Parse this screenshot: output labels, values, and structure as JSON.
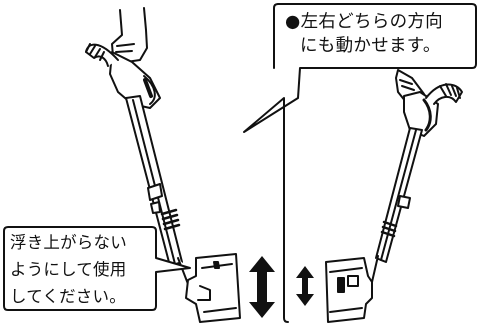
{
  "right_note": {
    "line1": "●左右どちらの方向",
    "line2": "にも動かせます。"
  },
  "left_note": {
    "line1": "浮き上がらない",
    "line2": "ようにして使用",
    "line3": "してください。"
  }
}
